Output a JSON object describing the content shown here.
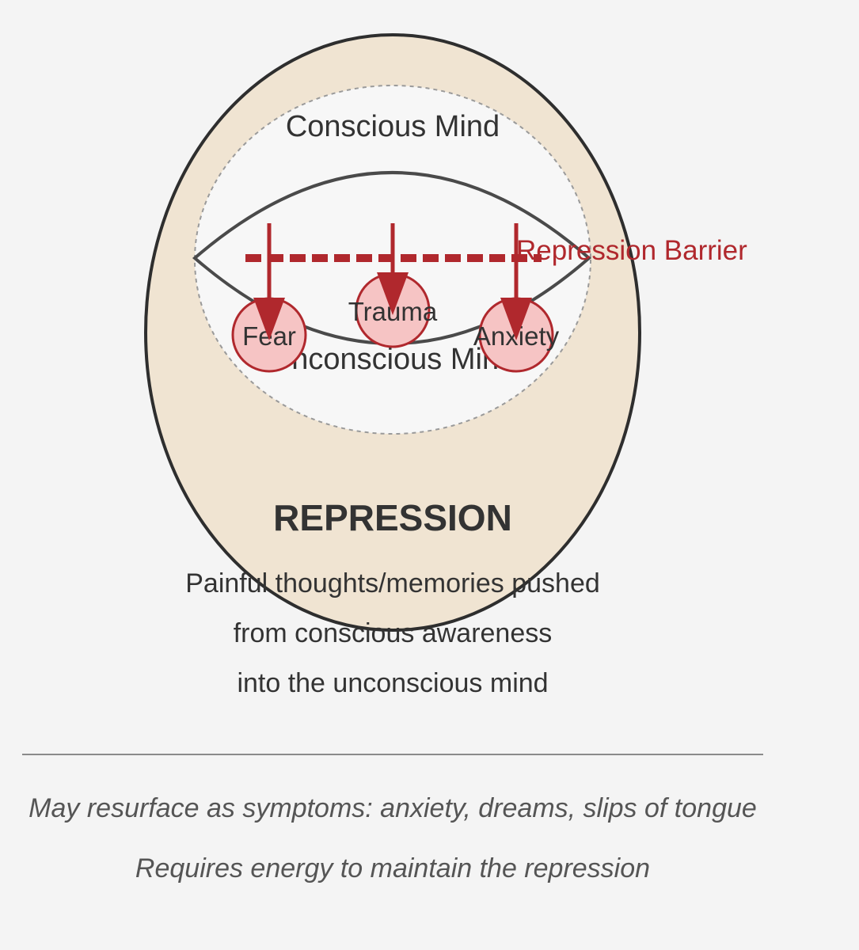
{
  "diagram": {
    "conscious_label": "Conscious Mind",
    "unconscious_label": "Unconscious Mind",
    "barrier_label": "Repression Barrier",
    "nodes": [
      {
        "label": "Fear"
      },
      {
        "label": "Trauma"
      },
      {
        "label": "Anxiety"
      }
    ],
    "title": "REPRESSION",
    "description": [
      "Painful thoughts/memories pushed",
      "from conscious awareness",
      "into the unconscious mind"
    ],
    "notes": [
      "May resurface as symptoms: anxiety, dreams, slips of tongue",
      "Requires energy to maintain the repression"
    ],
    "colors": {
      "background": "#f4f4f4",
      "outer_fill": "#f0e4d2",
      "outer_stroke": "#2e2e2e",
      "inner_fill": "#f7f7f7",
      "inner_stroke": "#9a9a9a",
      "accent": "#b0282d",
      "node_fill": "#f6c4c4",
      "text": "#333333",
      "note_text": "#555555"
    }
  }
}
